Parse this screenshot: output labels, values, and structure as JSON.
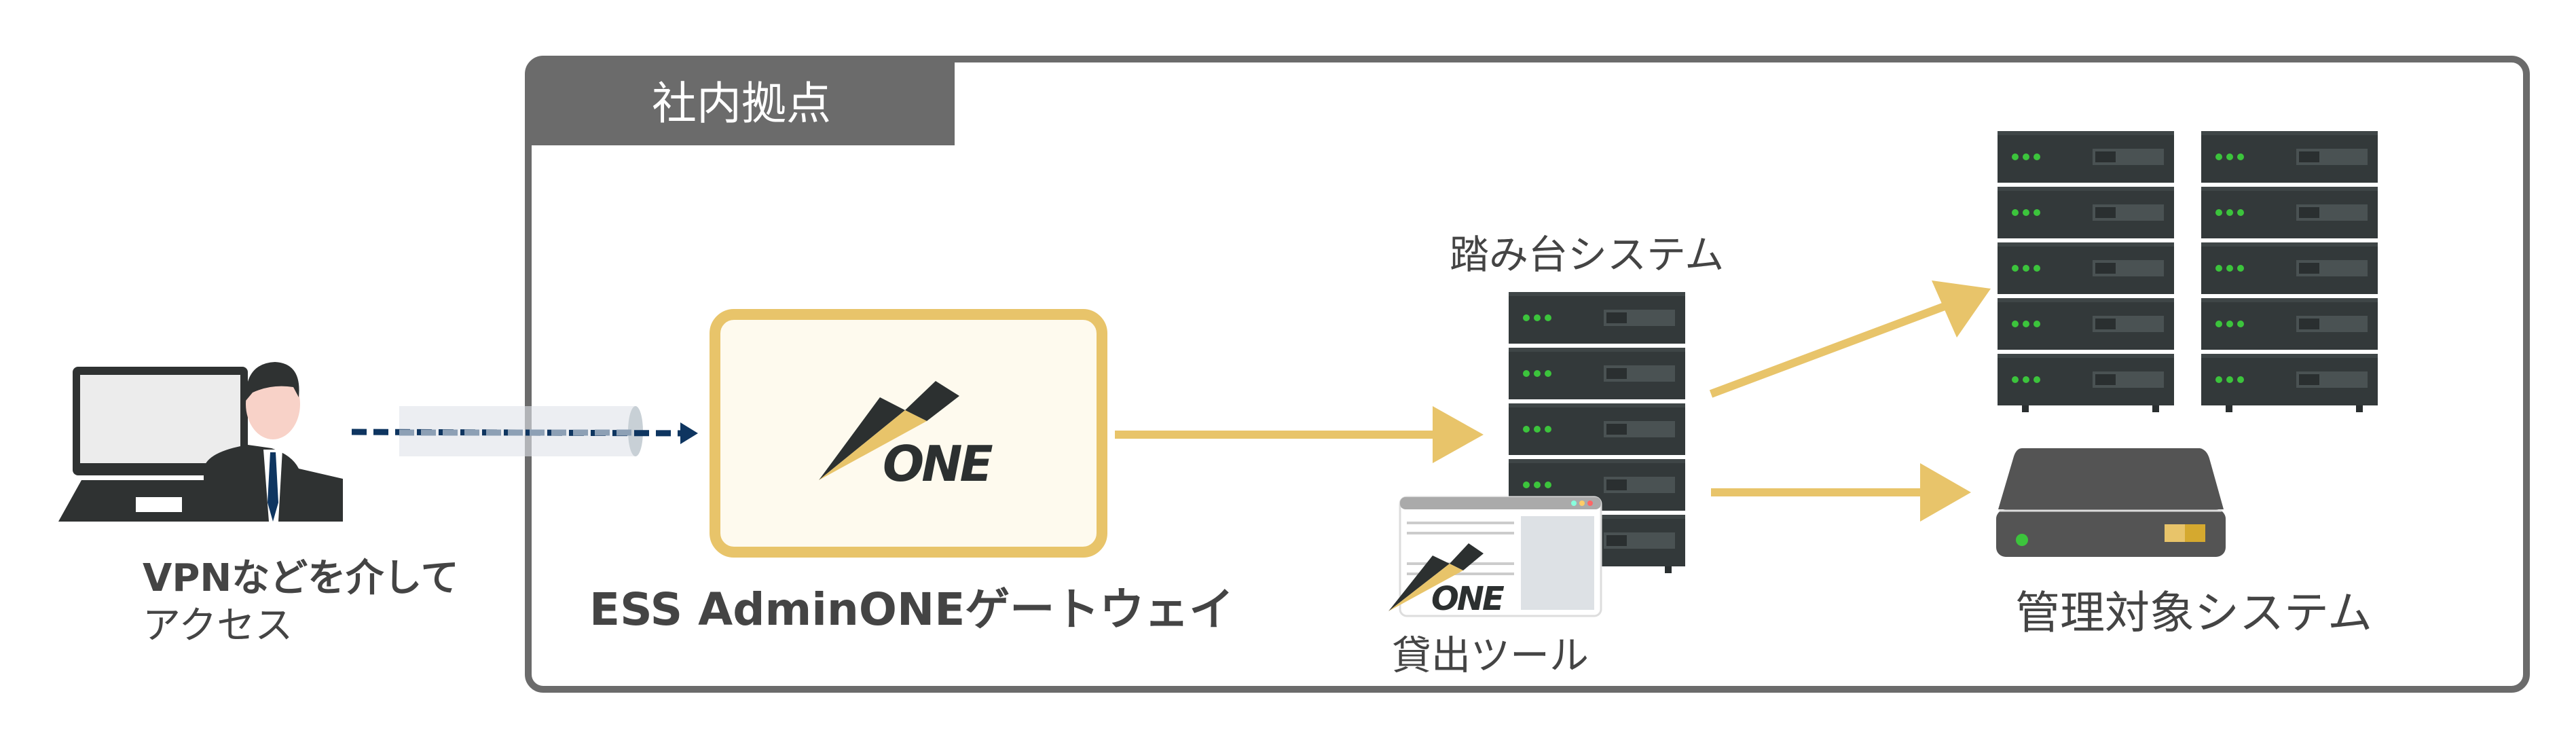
{
  "site": {
    "tab_label": "社内拠点"
  },
  "client": {
    "label_line1": "VPNなどを介して",
    "label_line2": "アクセス"
  },
  "gateway": {
    "label": "ESS AdminONEゲートウェイ",
    "logo_text": "ONE"
  },
  "jump_host": {
    "label": "踏み台システム"
  },
  "lending_tool": {
    "label": "貸出ツール",
    "logo_text": "ONE"
  },
  "managed": {
    "label": "管理対象システム"
  },
  "colors": {
    "accent": "#E8C46A",
    "frame": "#6B6B6B",
    "rack": "#33393A",
    "led": "#3CC43C",
    "vpn_arrow": "#0E3560"
  }
}
